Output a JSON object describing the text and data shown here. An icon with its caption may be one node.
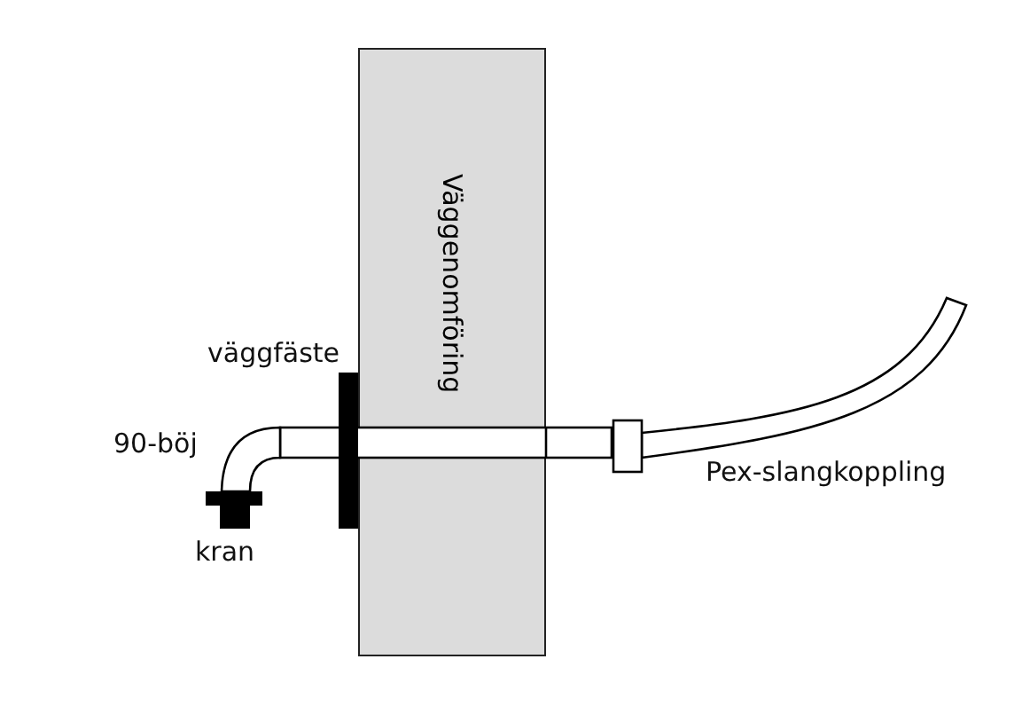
{
  "diagram": {
    "nodes": [
      {
        "text": [
          "Väggenomföring"
        ]
      }
    ],
    "labels": [
      "väggfäste",
      "90-böj",
      "kran",
      "Pex-slangkoppling"
    ]
  }
}
